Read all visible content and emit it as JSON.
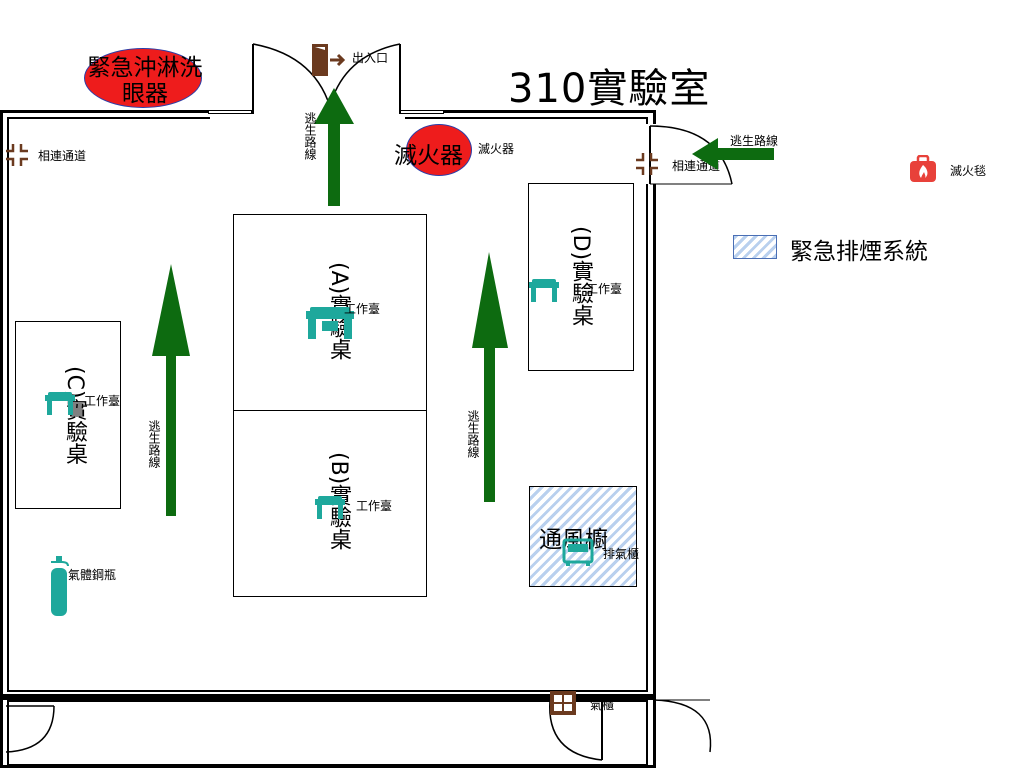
{
  "title": "310實驗室",
  "legend": {
    "smoke_system": "緊急排煙系統"
  },
  "labels": {
    "eyewash": "緊急沖淋洗眼器",
    "entrance": "出入口",
    "extinguisher_big": "滅火器",
    "extinguisher_small": "滅火器",
    "fire_blanket": "滅火毯",
    "corridor_left": "相連通道",
    "corridor_right": "相連通道",
    "escape_route_top_right": "逃生路線",
    "escape_route_door": "逃生路線",
    "escape_route_left": "逃生路線",
    "escape_route_right": "逃生路線",
    "gas_cylinder": "氣體鋼瓶",
    "gas_cabinet": "氣櫃",
    "fume_hood": "通風櫥",
    "exhaust_cabinet": "排氣櫃"
  },
  "benches": [
    {
      "label": "(A)實驗桌",
      "tag": "工作臺"
    },
    {
      "label": "(B)實驗桌",
      "tag": "工作臺"
    },
    {
      "label": "(C)實驗桌",
      "tag": "工作臺"
    },
    {
      "label": "(D)實驗桌",
      "tag": "工作臺"
    }
  ],
  "colors": {
    "arrow": "#0d6b10",
    "teal_icon": "#1ea89c",
    "red_oval": "#ee1c1c",
    "oval_border": "#2d3ea8",
    "brown_icon": "#6b3a1f",
    "hatch": "#b9d0ee",
    "fire_blanket": "#e8413a"
  },
  "icons": [
    "corridor-icon",
    "exit-door-icon",
    "fire-blanket-icon",
    "workbench-icon",
    "gas-cylinder-icon",
    "gas-cabinet-icon",
    "escape-arrow-icon"
  ]
}
